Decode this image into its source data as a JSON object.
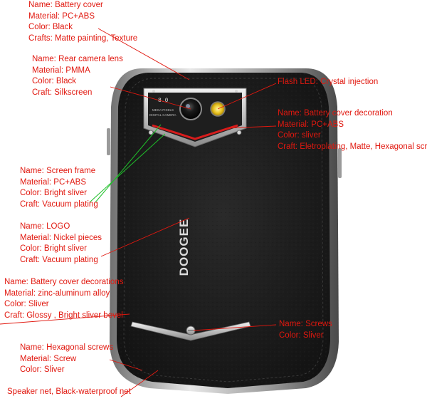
{
  "annotations": {
    "battery_cover": {
      "lines": [
        "Name: Battery cover",
        "Material: PC+ABS",
        "Color: Black",
        "Crafts: Matte painting, Texture"
      ]
    },
    "rear_camera_lens": {
      "lines": [
        "Name: Rear camera lens",
        "Material: PMMA",
        "Color: Black",
        "Craft: Silkscreen"
      ]
    },
    "flash_led": {
      "lines": [
        "Flash LED: Crystal injection"
      ]
    },
    "battery_cover_decoration": {
      "lines": [
        "Name: Battery cover decoration",
        "Material: PC+ABS",
        "Color: sliver",
        "Craft: Eletroplating, Matte, Hexagonal screws"
      ]
    },
    "screen_frame": {
      "lines": [
        "Name: Screen frame",
        "Material: PC+ABS",
        "Color: Bright sliver",
        "Craft: Vacuum plating"
      ]
    },
    "logo": {
      "lines": [
        "Name: LOGO",
        "Material: Nickel pieces",
        "Color: Bright sliver",
        "Craft: Vacuum plating"
      ]
    },
    "battery_cover_decorations": {
      "lines": [
        "Name: Battery cover decorations",
        "Material: zinc-aluminum alloy",
        "Color: Sliver",
        "Craft: Glossy , Bright sliver bevel"
      ]
    },
    "screws": {
      "lines": [
        "Name: Screws",
        "Color: Sliver"
      ]
    },
    "hexagonal_screws": {
      "lines": [
        "Name: Hexagonal screws",
        "Material: Screw",
        "Color: Sliver"
      ]
    },
    "speaker_net": {
      "lines": [
        "Speaker net, Black-waterproof net"
      ]
    }
  },
  "phone": {
    "brand_logo": "DOOGEE",
    "camera_resolution": "8.0",
    "camera_text_1": "MEGA PIXELS",
    "camera_text_2": "DIGITAL CAMERA"
  },
  "colors": {
    "label_text": "#e1180f",
    "leader_red": "#e1180f",
    "leader_green": "#1fbf2a",
    "body_black": "#1b1b1b",
    "chrome": "#c8c8c8",
    "accent_red": "#d71c1c"
  }
}
